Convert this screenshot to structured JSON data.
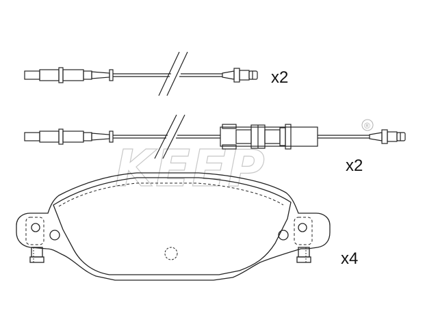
{
  "diagram": {
    "watermark": {
      "text": "KEEP",
      "registered_mark": "®"
    },
    "quantities": {
      "sensor_short": "x2",
      "sensor_long": "x2",
      "brake_pad": "x4"
    },
    "colors": {
      "line": "#222222",
      "watermark": "#c8c8c8",
      "background": "#ffffff"
    }
  }
}
